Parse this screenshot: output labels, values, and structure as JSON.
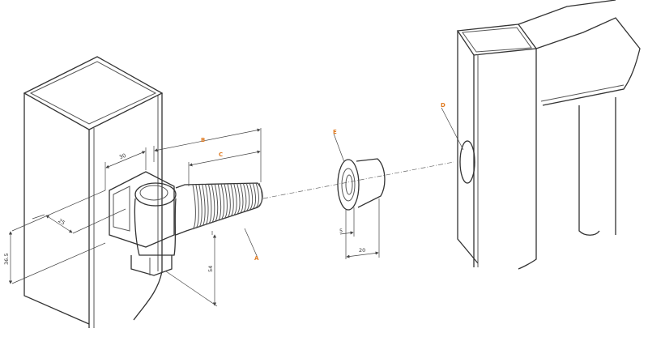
{
  "colors": {
    "label": "#e07a20",
    "line": "#444444"
  },
  "labels": {
    "a": "A",
    "b": "B",
    "c": "C",
    "d": "D",
    "e": "E"
  },
  "dimensions": {
    "d30": "30",
    "d25": "25",
    "d36_5": "36.5",
    "d54": "54",
    "d5": "5",
    "d20": "20"
  }
}
